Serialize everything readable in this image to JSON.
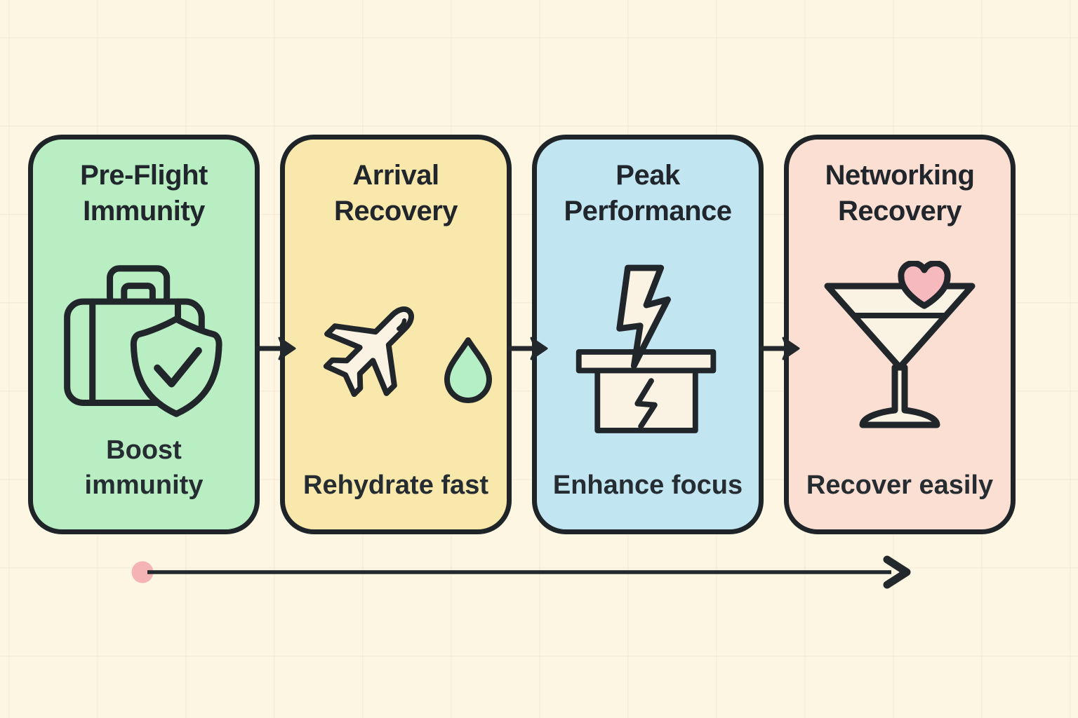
{
  "diagram_title": "",
  "stages": [
    {
      "title": "Pre-Flight Immunity",
      "subtitle": "Boost immunity",
      "icon": "suitcase-shield-icon",
      "color": "#b9eec3"
    },
    {
      "title": "Arrival Recovery",
      "subtitle": "Rehydrate fast",
      "icon": "airplane-droplet-icon",
      "color": "#f9e8ac",
      "droplet_color": "#b5efc5"
    },
    {
      "title": "Peak Performance",
      "subtitle": "Enhance focus",
      "icon": "lightning-box-icon",
      "color": "#c2e5f2"
    },
    {
      "title": "Networking Recovery",
      "subtitle": "Recover easily",
      "icon": "martini-heart-icon",
      "color": "#fcdfd3",
      "heart_color": "#f6b9bd"
    }
  ],
  "connectors": {
    "count": 3,
    "direction": "right",
    "color": "#23282d"
  },
  "timeline": {
    "direction": "left-to-right",
    "start_marker": "dot",
    "start_marker_color": "#f4b3b5",
    "line_color": "#23282d",
    "end_marker": "arrowhead"
  },
  "colors": {
    "background": "#fdf6e2",
    "card_border": "#1e2428",
    "text": "#20262b",
    "icon_outline": "#21262b",
    "icon_fill": "#faf3e4"
  }
}
